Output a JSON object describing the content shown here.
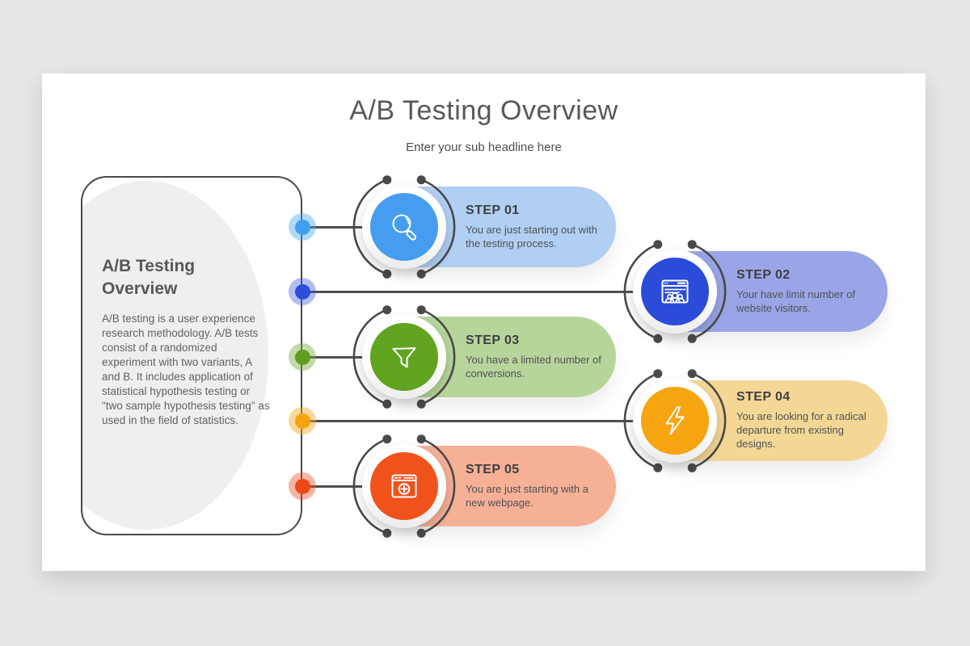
{
  "header": {
    "title": "A/B Testing Overview",
    "subtitle": "Enter your sub headline here"
  },
  "panel": {
    "heading": "A/B Testing Overview",
    "body": "A/B testing is a user experience research methodology. A/B tests consist of a randomized experiment with two variants, A and B. It includes application of statistical hypothesis testing or \"two sample hypothesis testing\" as used in the field of statistics."
  },
  "steps": [
    {
      "title": "STEP 01",
      "description": "You are just starting out with the testing process.",
      "icon": "magnifier-icon",
      "circle_color": "#469df0",
      "pill_color": "#b0cff3",
      "dot_color": "#3fa0f2"
    },
    {
      "title": "STEP 02",
      "description": "Your have limit number of website visitors.",
      "icon": "browser-users-icon",
      "circle_color": "#2b4cd8",
      "pill_color": "#9aa5e7",
      "dot_color": "#2b4fd8"
    },
    {
      "title": "STEP 03",
      "description": "You have a limited number of conversions.",
      "icon": "funnel-icon",
      "circle_color": "#61a41f",
      "pill_color": "#b6d59a",
      "dot_color": "#5f9e1f"
    },
    {
      "title": "STEP 04",
      "description": "You are looking for a radical departure from existing designs.",
      "icon": "lightning-icon",
      "circle_color": "#f6a40f",
      "pill_color": "#f4d795",
      "dot_color": "#f5a40e"
    },
    {
      "title": "STEP 05",
      "description": "You are just starting with a new webpage.",
      "icon": "browser-plus-icon",
      "circle_color": "#f0521b",
      "pill_color": "#f5b096",
      "dot_color": "#ef4715"
    }
  ],
  "colors": {
    "page_background": "#e8e6e7",
    "slide_background": "#ffffff",
    "connector_line": "#4f4f4f",
    "panel_border": "#4a4a4a",
    "title_text": "#58585a",
    "body_text": "#636363"
  }
}
